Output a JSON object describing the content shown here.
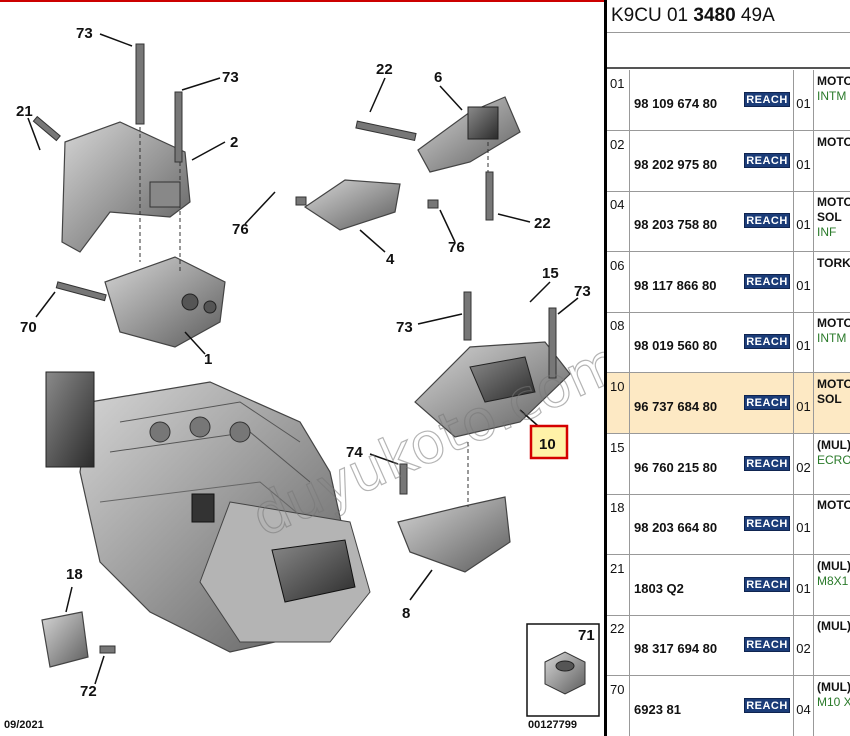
{
  "header": {
    "prefix": "K9CU 01 ",
    "bold": "3480",
    "suffix": " 49A"
  },
  "diagram": {
    "callouts": [
      "73",
      "73",
      "21",
      "2",
      "22",
      "6",
      "76",
      "4",
      "76",
      "22",
      "70",
      "1",
      "15",
      "73",
      "73",
      "10",
      "74",
      "18",
      "8",
      "72",
      "71"
    ],
    "date": "09/2021",
    "ref": "00127799",
    "watermark": "duyukoto.com"
  },
  "parts": [
    {
      "idx": "01",
      "pn": "98 109 674 80",
      "badge": "REACH",
      "qty": "01",
      "desc1": "MOTO",
      "desc2": "INTM",
      "desc3": ""
    },
    {
      "idx": "02",
      "pn": "98 202 975 80",
      "badge": "REACH",
      "qty": "01",
      "desc1": "MOTO",
      "desc2": "",
      "desc3": ""
    },
    {
      "idx": "04",
      "pn": "98 203 758 80",
      "badge": "REACH",
      "qty": "01",
      "desc1": "MOTO",
      "desc2": "SOL",
      "desc3": "INF"
    },
    {
      "idx": "06",
      "pn": "98 117 866 80",
      "badge": "REACH",
      "qty": "01",
      "desc1": "TORK",
      "desc2": "",
      "desc3": ""
    },
    {
      "idx": "08",
      "pn": "98 019 560 80",
      "badge": "REACH",
      "qty": "01",
      "desc1": "MOTO",
      "desc2": "INTM",
      "desc3": ""
    },
    {
      "idx": "10",
      "pn": "96 737 684 80",
      "badge": "REACH",
      "qty": "01",
      "desc1": "MOTO",
      "desc2": "SOL",
      "desc3": ""
    },
    {
      "idx": "15",
      "pn": "96 760 215 80",
      "badge": "REACH",
      "qty": "02",
      "desc1": "(MUL)",
      "desc2": "ECRO",
      "desc3": ""
    },
    {
      "idx": "18",
      "pn": "98 203 664 80",
      "badge": "REACH",
      "qty": "01",
      "desc1": "MOTO",
      "desc2": "",
      "desc3": ""
    },
    {
      "idx": "21",
      "pn": "1803 Q2",
      "badge": "REACH",
      "qty": "01",
      "desc1": "(MUL)",
      "desc2": "M8X1",
      "desc3": ""
    },
    {
      "idx": "22",
      "pn": "98 317 694 80",
      "badge": "REACH",
      "qty": "02",
      "desc1": "(MUL)",
      "desc2": "",
      "desc3": ""
    },
    {
      "idx": "70",
      "pn": "6923 81",
      "badge": "REACH",
      "qty": "04",
      "desc1": "(MUL)",
      "desc2": "M10 X",
      "desc3": ""
    }
  ]
}
